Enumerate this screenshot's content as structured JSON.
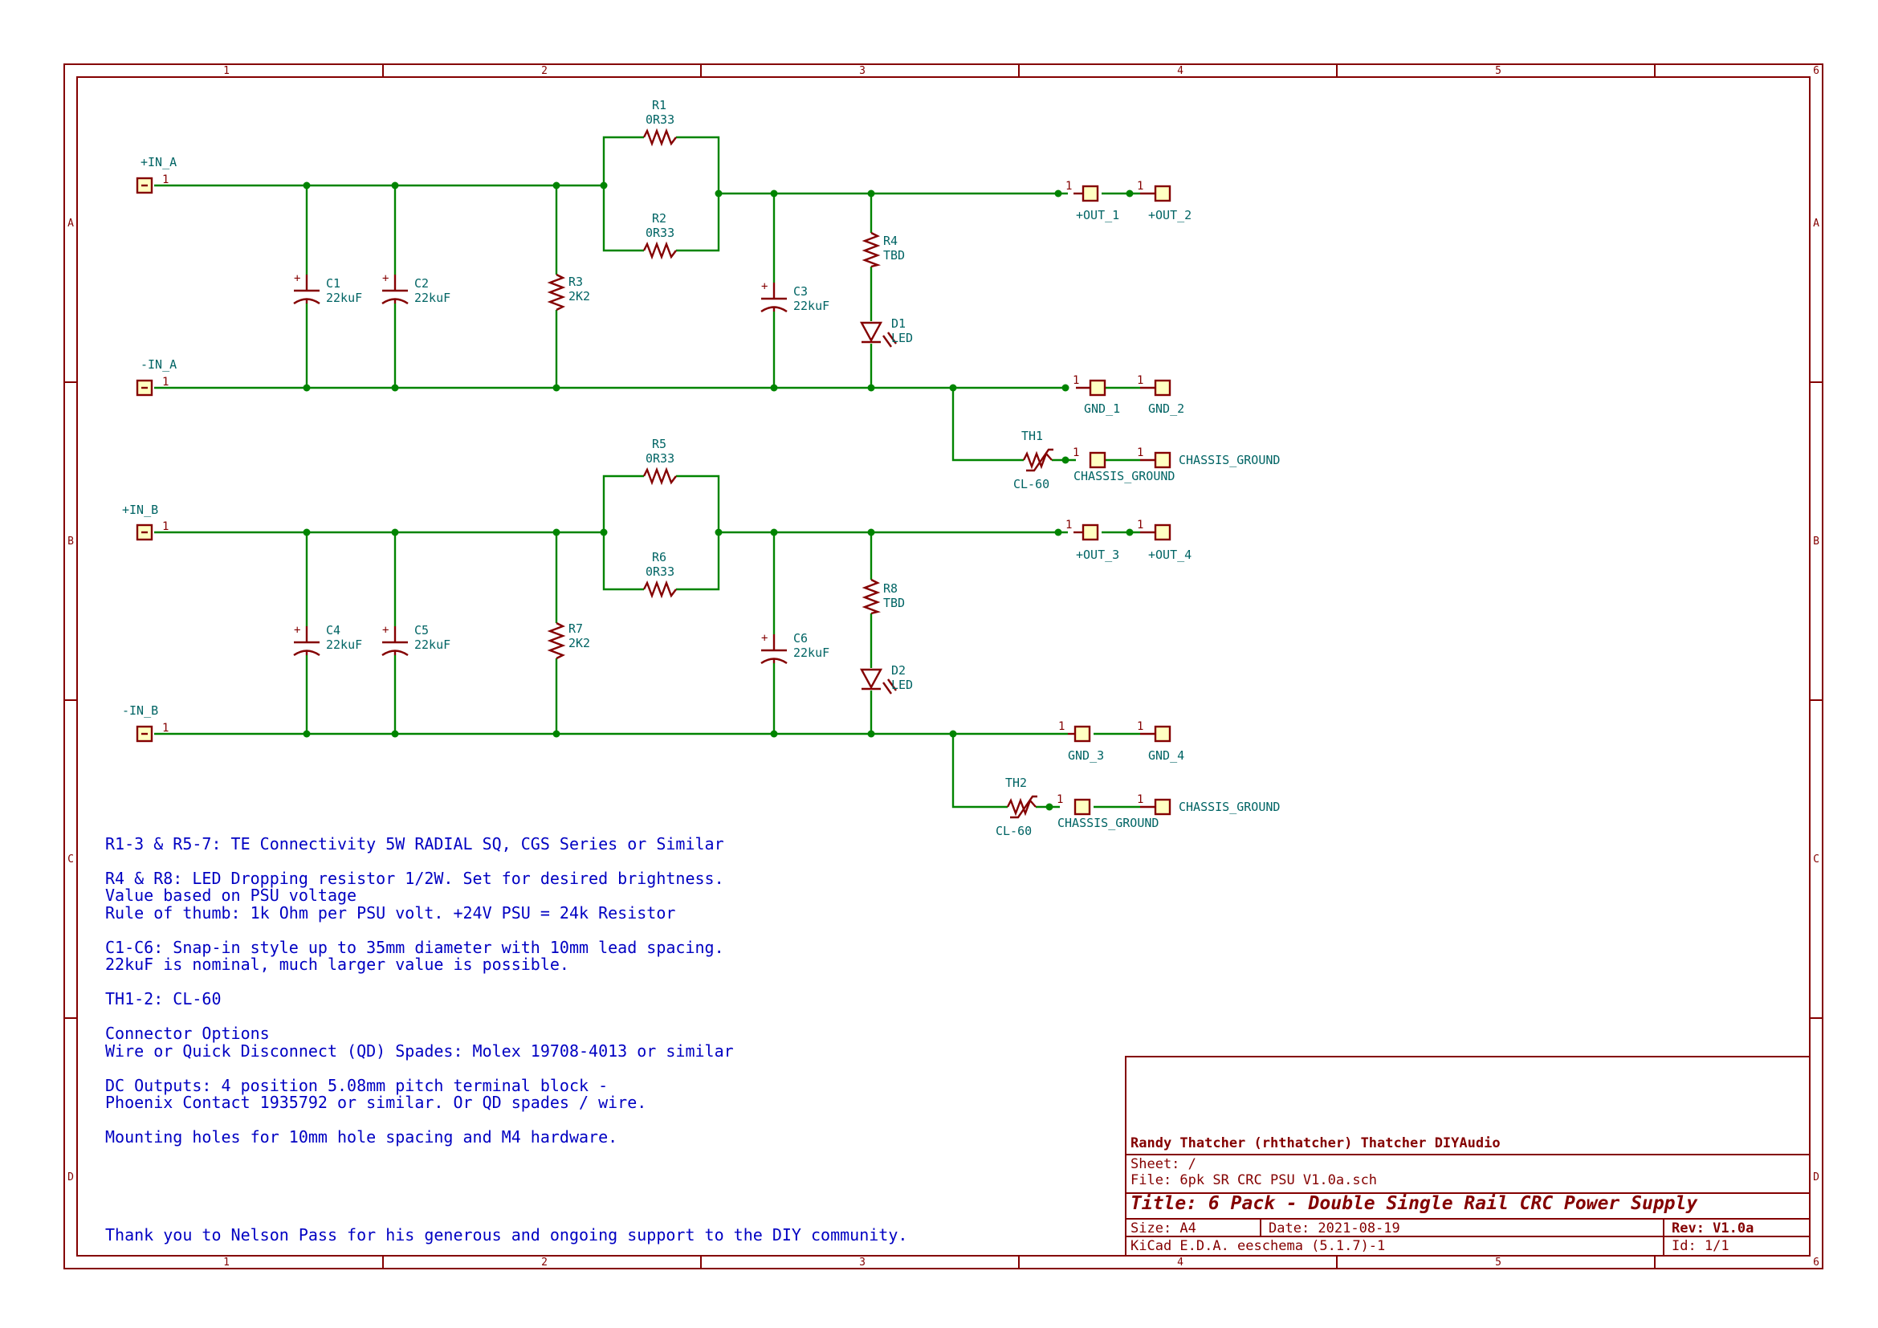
{
  "frame": {
    "columns": [
      "1",
      "2",
      "3",
      "4",
      "5",
      "6"
    ],
    "rows": [
      "A",
      "B",
      "C",
      "D"
    ]
  },
  "connectors": {
    "in_a_pos": "+IN_A",
    "in_a_neg": "-IN_A",
    "in_b_pos": "+IN_B",
    "in_b_neg": "-IN_B",
    "out_1": "+OUT_1",
    "out_2": "+OUT_2",
    "out_3": "+OUT_3",
    "out_4": "+OUT_4",
    "gnd_1": "GND_1",
    "gnd_2": "GND_2",
    "gnd_3": "GND_3",
    "gnd_4": "GND_4",
    "chassis_ground": "CHASSIS_GROUND",
    "pin_number": "1"
  },
  "components": {
    "R1": {
      "ref": "R1",
      "value": "0R33"
    },
    "R2": {
      "ref": "R2",
      "value": "0R33"
    },
    "R3": {
      "ref": "R3",
      "value": "2K2"
    },
    "R4": {
      "ref": "R4",
      "value": "TBD"
    },
    "R5": {
      "ref": "R5",
      "value": "0R33"
    },
    "R6": {
      "ref": "R6",
      "value": "0R33"
    },
    "R7": {
      "ref": "R7",
      "value": "2K2"
    },
    "R8": {
      "ref": "R8",
      "value": "TBD"
    },
    "C1": {
      "ref": "C1",
      "value": "22kuF"
    },
    "C2": {
      "ref": "C2",
      "value": "22kuF"
    },
    "C3": {
      "ref": "C3",
      "value": "22kuF"
    },
    "C4": {
      "ref": "C4",
      "value": "22kuF"
    },
    "C5": {
      "ref": "C5",
      "value": "22kuF"
    },
    "C6": {
      "ref": "C6",
      "value": "22kuF"
    },
    "D1": {
      "ref": "D1",
      "value": "LED"
    },
    "D2": {
      "ref": "D2",
      "value": "LED"
    },
    "TH1": {
      "ref": "TH1",
      "value": "CL-60"
    },
    "TH2": {
      "ref": "TH2",
      "value": "CL-60"
    },
    "plus_sign": "+"
  },
  "notes": [
    "R1-3 & R5-7: TE Connectivity 5W RADIAL  SQ, CGS Series or Similar",
    "R4 & R8: LED Dropping resistor 1/2W.  Set for desired brightness.",
    "Value based on PSU voltage",
    "Rule of thumb: 1k Ohm per PSU volt.  +24V PSU = 24k Resistor",
    "C1-C6: Snap-in style up to 35mm diameter with 10mm lead spacing.",
    "22kuF is nominal, much larger value is possible.",
    "TH1-2: CL-60",
    "Connector Options",
    "Wire or Quick Disconnect (QD) Spades: Molex 19708-4013 or similar",
    "DC Outputs: 4 position 5.08mm pitch terminal block -",
    "Phoenix Contact 1935792 or similar.  Or QD spades / wire.",
    "Mounting holes for 10mm hole spacing and M4 hardware."
  ],
  "thanks": "Thank you to Nelson Pass for his generous and ongoing support to the DIY community.",
  "title_block": {
    "company": "Randy Thatcher (rhthatcher) Thatcher DIYAudio",
    "sheet": "Sheet: /",
    "file": "File: 6pk SR CRC PSU V1.0a.sch",
    "title": "Title: 6 Pack - Double Single Rail CRC Power Supply",
    "size": "Size: A4",
    "date": "Date: 2021-08-19",
    "rev": "Rev: V1.0a",
    "tool": "KiCad E.D.A.  eeschema (5.1.7)-1",
    "id": "Id: 1/1"
  },
  "colors": {
    "frame": "#840000",
    "wire": "#008400",
    "component": "#840000",
    "reference": "#006464",
    "note": "#0000c2",
    "connector_fill": "#ffffc2"
  }
}
